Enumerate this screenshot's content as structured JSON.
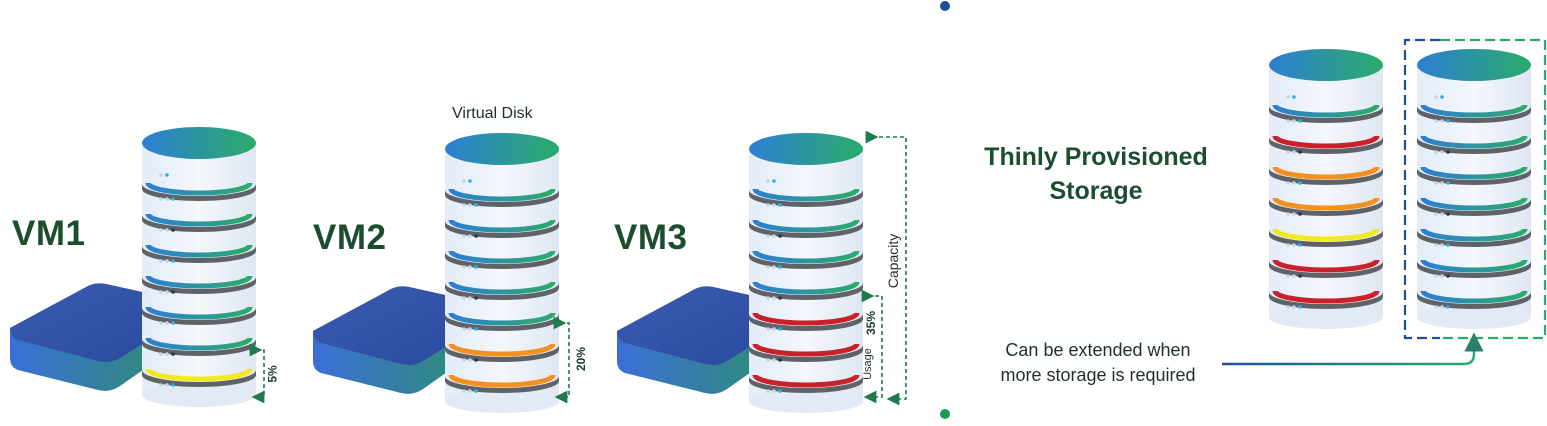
{
  "vms": [
    {
      "label": "VM1",
      "usage": "5%"
    },
    {
      "label": "VM2",
      "usage": "20%"
    },
    {
      "label": "VM3",
      "usage": "35%"
    }
  ],
  "virtual_disk_label": "Virtual Disk",
  "usage_label": "Usage",
  "capacity_label": "Capacity",
  "thin": {
    "title_line1": "Thinly Provisioned",
    "title_line2": "Storage",
    "note_line1": "Can be extended when",
    "note_line2": "more storage is required"
  },
  "colors": {
    "dark_green_text": "#1b4d2e",
    "platter_gray": "#5f6368",
    "used_yellow": "#f2ea1f",
    "used_orange": "#f4901e",
    "used_red": "#c9202a",
    "free_blue": "#2d7fd3",
    "free_green": "#2bab6b",
    "divider_top": "#1f4e9a",
    "divider_bottom": "#1f9a55"
  }
}
